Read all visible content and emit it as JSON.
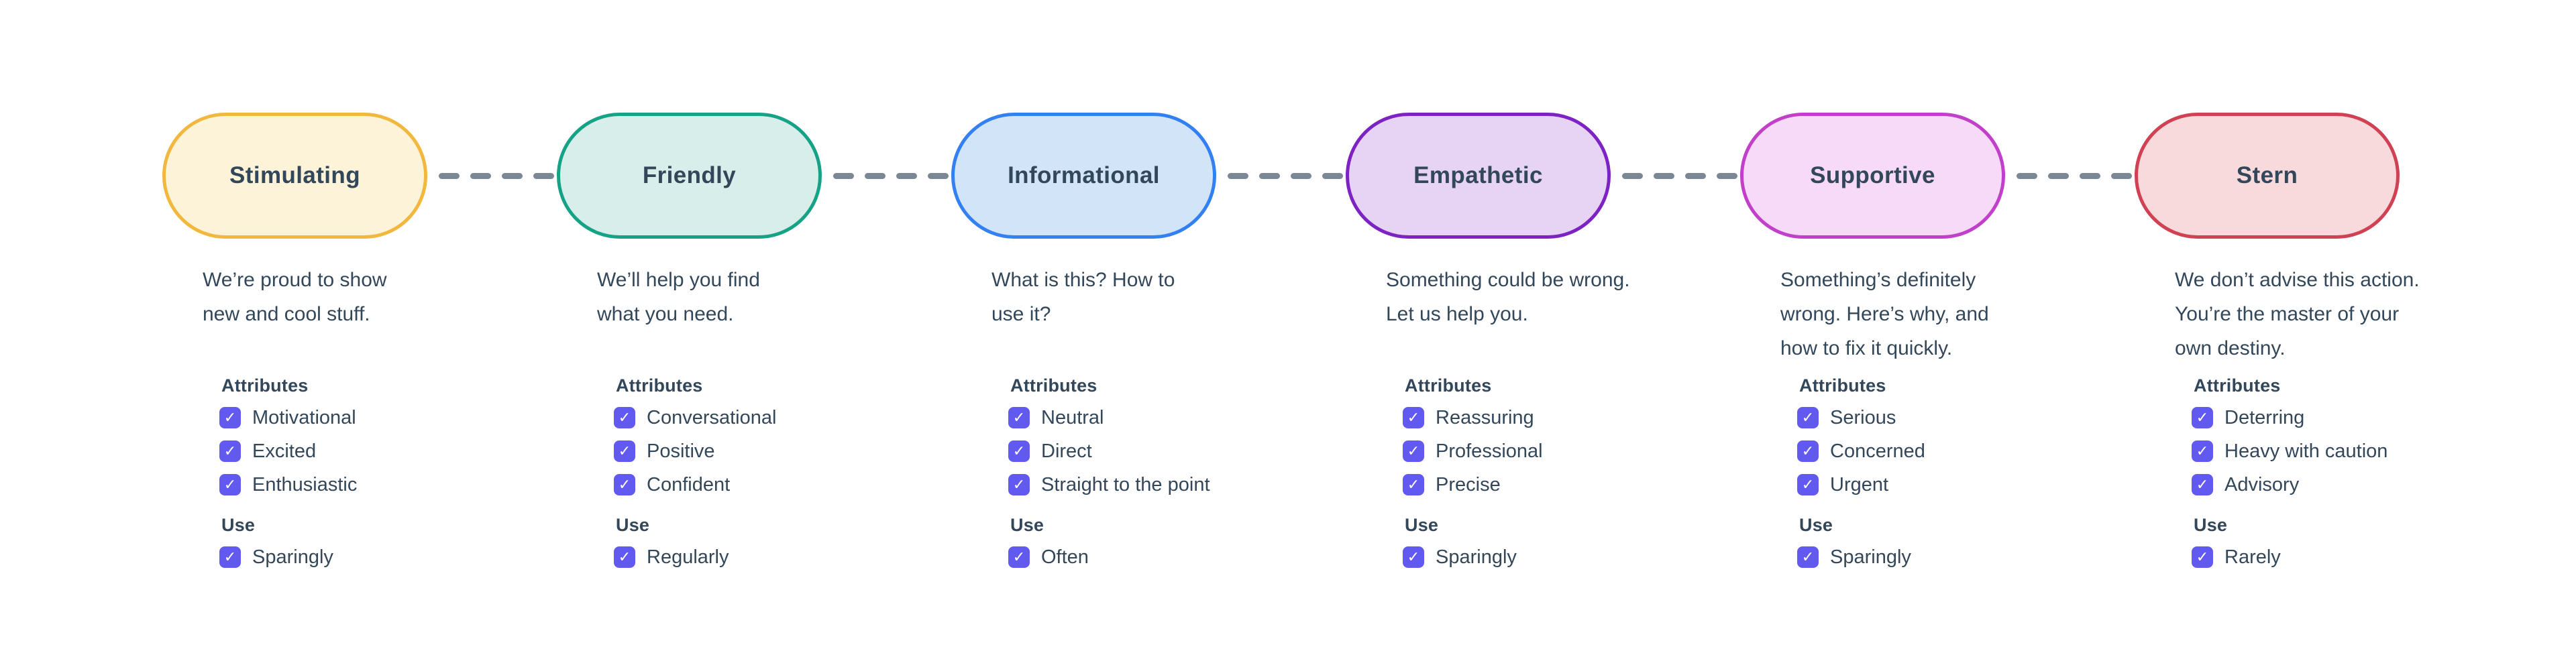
{
  "diagram": {
    "attributes_label": "Attributes",
    "use_label": "Use",
    "check_glyph": "✓",
    "text_color": "#33475b",
    "checkbox_color": "#6159f0",
    "connector_color": "#7b8794",
    "tones": [
      {
        "name": "Stimulating",
        "border_color": "#f2b83e",
        "fill_color": "#fcf3d9",
        "description_lines": [
          "We’re proud to show",
          "new and cool stuff."
        ],
        "attributes": [
          "Motivational",
          "Excited",
          "Enthusiastic"
        ],
        "use": "Sparingly"
      },
      {
        "name": "Friendly",
        "border_color": "#16a286",
        "fill_color": "#d8eeea",
        "description_lines": [
          "We’ll help you find",
          "what you need."
        ],
        "attributes": [
          "Conversational",
          "Positive",
          "Confident"
        ],
        "use": "Regularly"
      },
      {
        "name": "Informational",
        "border_color": "#3380f2",
        "fill_color": "#d2e4f8",
        "description_lines": [
          "What is this? How to",
          "use it?"
        ],
        "attributes": [
          "Neutral",
          "Direct",
          "Straight to the point"
        ],
        "use": "Often"
      },
      {
        "name": "Empathetic",
        "border_color": "#7d22c3",
        "fill_color": "#e7d4f5",
        "description_lines": [
          "Something could be wrong.",
          "Let us help you."
        ],
        "attributes": [
          "Reassuring",
          "Professional",
          "Precise"
        ],
        "use": "Sparingly"
      },
      {
        "name": "Supportive",
        "border_color": "#c13fc9",
        "fill_color": "#f6daf8",
        "description_lines": [
          "Something’s definitely",
          "wrong. Here’s why, and",
          "how to fix it quickly."
        ],
        "attributes": [
          "Serious",
          "Concerned",
          "Urgent"
        ],
        "use": "Sparingly"
      },
      {
        "name": "Stern",
        "border_color": "#d04153",
        "fill_color": "#f8d9dc",
        "description_lines": [
          "We don’t advise this action.",
          "You’re the master of your",
          "own destiny."
        ],
        "attributes": [
          "Deterring",
          "Heavy with caution",
          "Advisory"
        ],
        "use": "Rarely"
      }
    ]
  }
}
